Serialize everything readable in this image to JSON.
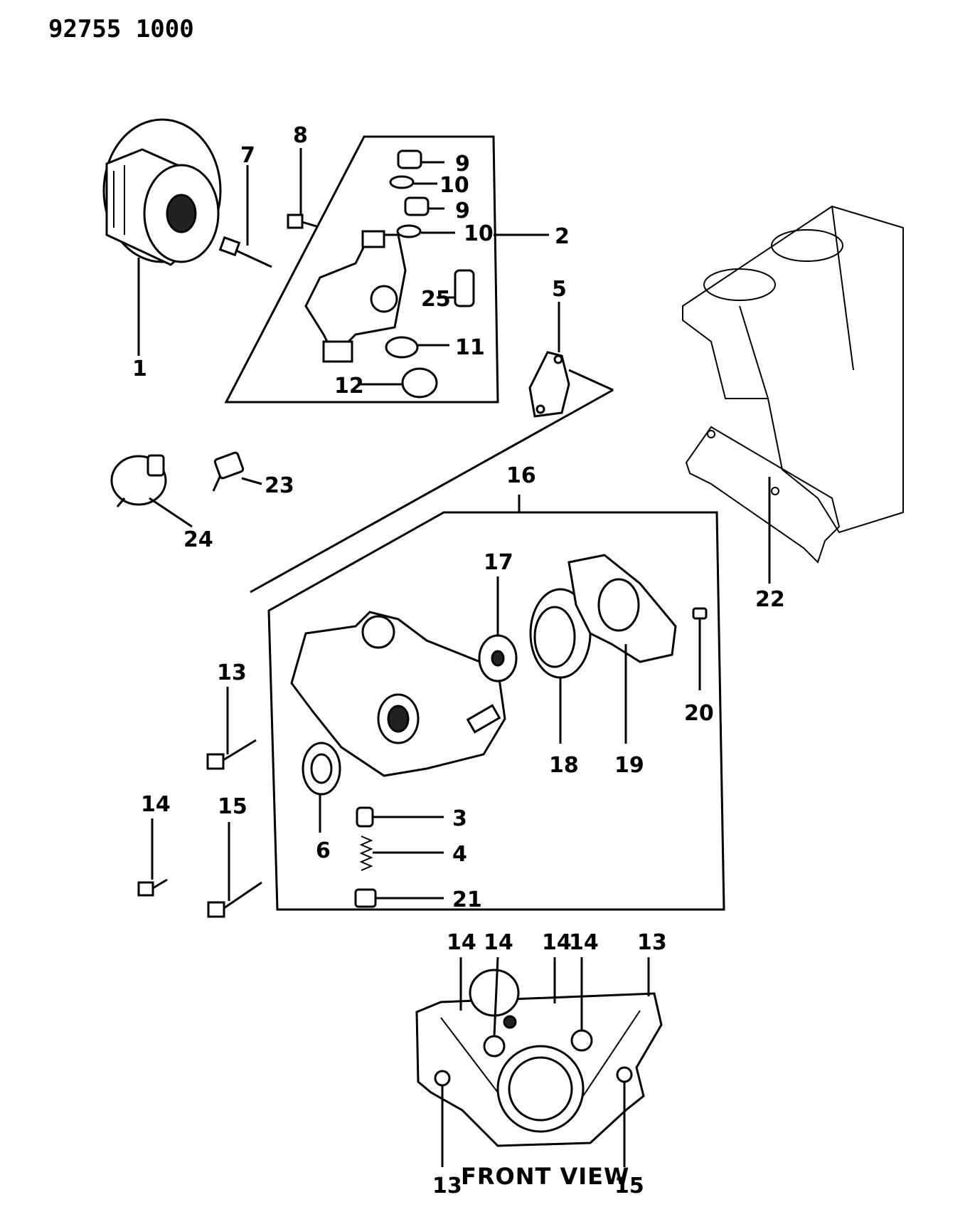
{
  "header": {
    "part_number": "92755 1000"
  },
  "caption": {
    "front_view": "FRONT VIEW"
  },
  "callouts": {
    "c1": "1",
    "c2": "2",
    "c3": "3",
    "c4": "4",
    "c5": "5",
    "c6": "6",
    "c7": "7",
    "c8": "8",
    "c9a": "9",
    "c9b": "9",
    "c10a": "10",
    "c10b": "10",
    "c11": "11",
    "c12": "12",
    "c13": "13",
    "c14": "14",
    "c15": "15",
    "c16": "16",
    "c17": "17",
    "c18": "18",
    "c19": "19",
    "c20": "20",
    "c21": "21",
    "c22": "22",
    "c23": "23",
    "c24": "24",
    "c25": "25",
    "fv14a": "14",
    "fv14b": "14",
    "fv14c": "14",
    "fv14d": "14",
    "fv13a": "13",
    "fv13b": "13",
    "fv15": "15"
  }
}
